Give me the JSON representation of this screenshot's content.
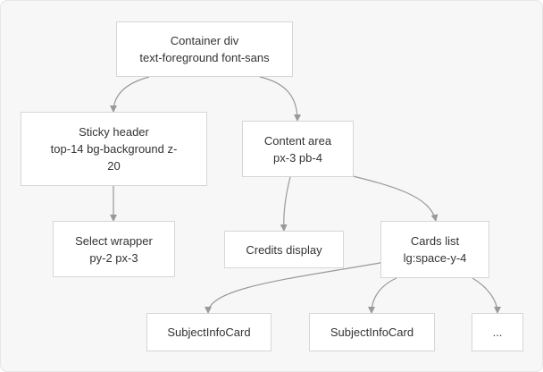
{
  "diagram": {
    "nodes": {
      "container": {
        "line1": "Container div",
        "line2": "text-foreground font-sans"
      },
      "sticky_header": {
        "line1": "Sticky header",
        "line2": "top-14 bg-background z-",
        "line3": "20"
      },
      "content_area": {
        "line1": "Content area",
        "line2": "px-3 pb-4"
      },
      "select_wrapper": {
        "line1": "Select wrapper",
        "line2": "py-2 px-3"
      },
      "credits_display": {
        "line1": "Credits display"
      },
      "cards_list": {
        "line1": "Cards list",
        "line2": "lg:space-y-4"
      },
      "subject_card_1": {
        "line1": "SubjectInfoCard"
      },
      "subject_card_2": {
        "line1": "SubjectInfoCard"
      },
      "more": {
        "line1": "..."
      }
    },
    "edges": [
      {
        "from": "container",
        "to": "sticky_header"
      },
      {
        "from": "container",
        "to": "content_area"
      },
      {
        "from": "sticky_header",
        "to": "select_wrapper"
      },
      {
        "from": "content_area",
        "to": "credits_display"
      },
      {
        "from": "content_area",
        "to": "cards_list"
      },
      {
        "from": "cards_list",
        "to": "subject_card_1"
      },
      {
        "from": "cards_list",
        "to": "subject_card_2"
      },
      {
        "from": "cards_list",
        "to": "more"
      }
    ],
    "colors": {
      "background": "#f7f7f7",
      "node_fill": "#ffffff",
      "node_border": "#d6d6d6",
      "edge": "#999999",
      "text": "#333333"
    }
  }
}
